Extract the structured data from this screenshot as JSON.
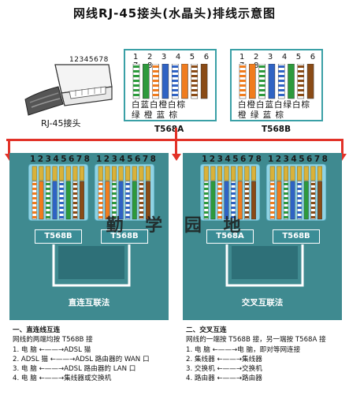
{
  "title": "网线RJ-45接头(水晶头)排线示意图",
  "plug": {
    "pins": "12345678",
    "label": "RJ-45接头"
  },
  "colors": {
    "orange": "#f07c1e",
    "green": "#2d9a3c",
    "blue": "#2f63c4",
    "brown": "#8a4b16",
    "white": "#ffffff",
    "teal": "#3f8a90",
    "red": "#e23228",
    "frame": "#3aa0a6"
  },
  "standards": [
    {
      "name": "T568A",
      "pin_numbers": "1 2 3 4 5 6 7 8",
      "row1": "白蓝白橙白棕",
      "row2": "绿 橙 蓝 棕",
      "wires": [
        {
          "base": "white",
          "stripe": "green"
        },
        {
          "base": "green",
          "stripe": "green"
        },
        {
          "base": "white",
          "stripe": "orange"
        },
        {
          "base": "blue",
          "stripe": "blue"
        },
        {
          "base": "white",
          "stripe": "blue"
        },
        {
          "base": "orange",
          "stripe": "orange"
        },
        {
          "base": "white",
          "stripe": "brown"
        },
        {
          "base": "brown",
          "stripe": "brown"
        }
      ]
    },
    {
      "name": "T568B",
      "pin_numbers": "1 2 3 4 5 6 7 8",
      "row1": "白橙白蓝白绿白棕",
      "row2": "橙 绿 蓝 棕",
      "wires": [
        {
          "base": "white",
          "stripe": "orange"
        },
        {
          "base": "orange",
          "stripe": "orange"
        },
        {
          "base": "white",
          "stripe": "green"
        },
        {
          "base": "blue",
          "stripe": "blue"
        },
        {
          "base": "white",
          "stripe": "blue"
        },
        {
          "base": "green",
          "stripe": "green"
        },
        {
          "base": "white",
          "stripe": "brown"
        },
        {
          "base": "brown",
          "stripe": "brown"
        }
      ]
    }
  ],
  "straight_panel": {
    "pins_left": "12345678",
    "pins_right": "12345678",
    "tag_left": "T568B",
    "tag_right": "T568B",
    "caption": "直连互联法"
  },
  "cross_panel": {
    "pins_left": "12345678",
    "pins_right": "12345678",
    "tag_left": "T568A",
    "tag_right": "T568B",
    "caption": "交叉互联法"
  },
  "watermark": "勤 学 园 地",
  "notes_left": {
    "heading": "一、直连线互连",
    "sub": "网线的两端均按 T568B 接",
    "items": [
      "1. 电    脑 ←——→ADSL 猫",
      "2. ADSL 猫 ←——→ADSL 路由器的 WAN 口",
      "3. 电    脑 ←——→ADSL 路由器的 LAN 口",
      "4. 电    脑 ←——→集线器或交换机"
    ]
  },
  "notes_right": {
    "heading": "二、交叉互连",
    "sub": "网线的一端按 T568B 接，另一端按 T568A 接",
    "items": [
      "1. 电    脑 ←——→电    脑，即对等网连接",
      "2. 集线器 ←——→集线器",
      "3. 交换机 ←——→交换机",
      "4. 路由器 ←——→路由器"
    ]
  }
}
